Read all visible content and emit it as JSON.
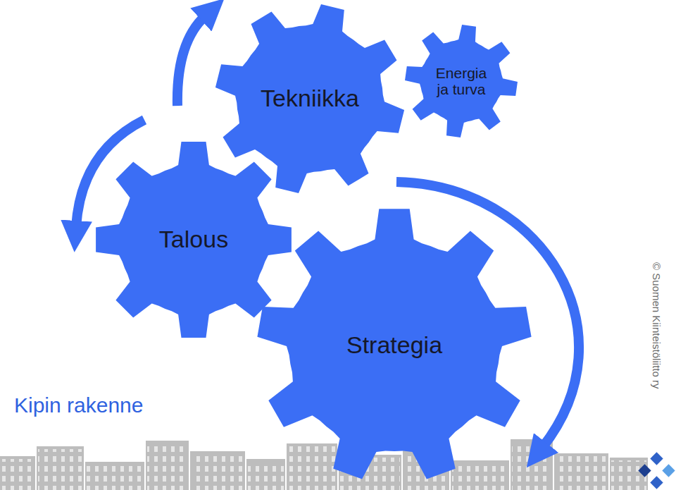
{
  "diagram": {
    "title": "Kipin rakenne",
    "nodes": [
      {
        "text": [
          "Tekniikka"
        ]
      },
      {
        "text": [
          "Energia ja turva"
        ]
      },
      {
        "text": [
          "Talous"
        ]
      },
      {
        "text": [
          "Strategia"
        ]
      }
    ],
    "labels": [
      "© Suomen Kiinteistöliitto ry"
    ]
  }
}
